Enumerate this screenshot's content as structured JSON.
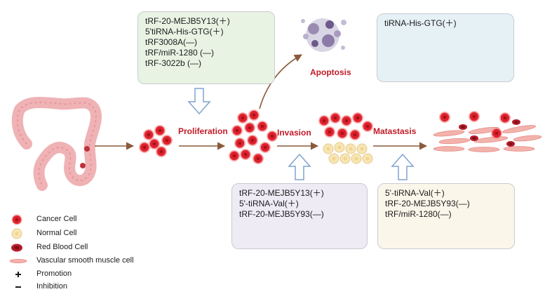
{
  "stages": {
    "proliferation": "Proliferation",
    "invasion": "Invasion",
    "metastasis": "Matastasis",
    "apoptosis": "Apoptosis"
  },
  "boxes": {
    "proliferation_regulators": [
      "tRF-20-MEJB5Y13(＋)",
      "5'tiRNA-His-GTG(＋)",
      "tRF3008A(—)",
      "tRF/miR-1280 (—)",
      "tRF-3022b (—)"
    ],
    "apoptosis_regulators": [
      "tiRNA-His-GTG(＋)"
    ],
    "invasion_regulators": [
      "tRF-20-MEJB5Y13(＋)",
      "5'-tiRNA-Val(＋)",
      "tRF-20-MEJB5Y93(—)"
    ],
    "metastasis_regulators": [
      "5'-tiRNA-Val(＋)",
      "tRF-20-MEJB5Y93(—)",
      "tRF/miR-1280(—)"
    ]
  },
  "legend": [
    {
      "icon": "cancer-cell-icon",
      "label": "Cancer Cell"
    },
    {
      "icon": "normal-cell-icon",
      "label": "Normal Cell"
    },
    {
      "icon": "red-blood-cell-icon",
      "label": "Red Blood Cell"
    },
    {
      "icon": "vascular-smooth-muscle-cell-icon",
      "label": "Vascular smooth muscle cell"
    },
    {
      "icon": "plus-icon",
      "label": "Promotion"
    },
    {
      "icon": "minus-icon",
      "label": "Inhibition"
    }
  ],
  "colors": {
    "proliferation_box": "#e8f3e4",
    "apoptosis_box": "#e6f1f6",
    "invasion_box": "#eeebf5",
    "metastasis_box": "#fbf6ea",
    "stage_label": "#c21b27",
    "flow_arrow": "#8a5a3b",
    "hollow_arrow": "#7fa3cf",
    "cancer_cell": "#e0222e",
    "normal_cell": "#f7e6b5"
  }
}
